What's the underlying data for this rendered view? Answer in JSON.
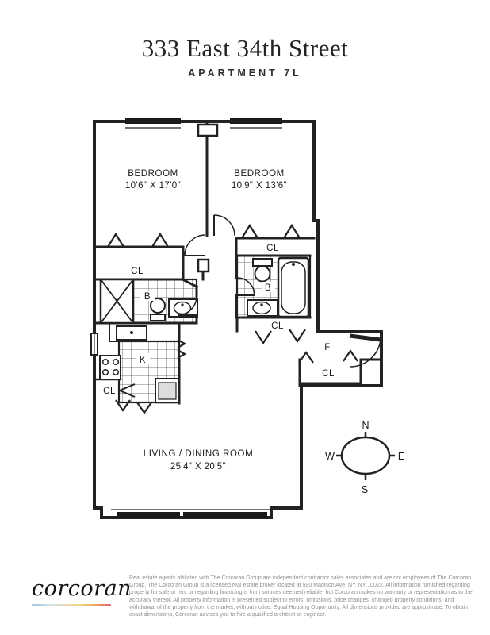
{
  "header": {
    "title": "333 East 34th Street",
    "subtitle": "APARTMENT 7L"
  },
  "plan": {
    "bedroom1": {
      "label": "BEDROOM",
      "dims": "10'6\" X 17'0\""
    },
    "bedroom2": {
      "label": "BEDROOM",
      "dims": "10'9\" X 13'6\""
    },
    "living": {
      "label": "LIVING / DINING ROOM",
      "dims": "25'4\" X 20'5\""
    },
    "kitchen_label": "K",
    "bath_label": "B",
    "foyer_label": "F",
    "closet_label": "CL",
    "compass": {
      "north": "N",
      "south": "S",
      "east": "E",
      "west": "W"
    }
  },
  "footer": {
    "logo": "corcoran",
    "disclaimer": "Real estate agents affiliated with The Corcoran Group are independent contractor sales associates and are not employees of The Corcoran Group. The Corcoran Group is a licensed real estate broker located at 590 Madison Ave, NY, NY 10022. All information furnished regarding property for sale or rent or regarding financing is from sources deemed reliable, but Corcoran makes no warranty or representation as to the accuracy thereof. All property information is presented subject to errors, omissions, price changes, changed property conditions, and withdrawal of the property from the market, without notice. Equal Housing Opportunity. All dimensions provided are approximate. To obtain exact dimensions, Corcoran advises you to hire a qualified architect or engineer."
  },
  "colors": {
    "ink": "#222222",
    "muted_text": "#8f8f8f",
    "logo_gradient": [
      "#9fc2dd",
      "#cfe2ee",
      "#f2d478",
      "#eda65f",
      "#e4606d"
    ]
  }
}
